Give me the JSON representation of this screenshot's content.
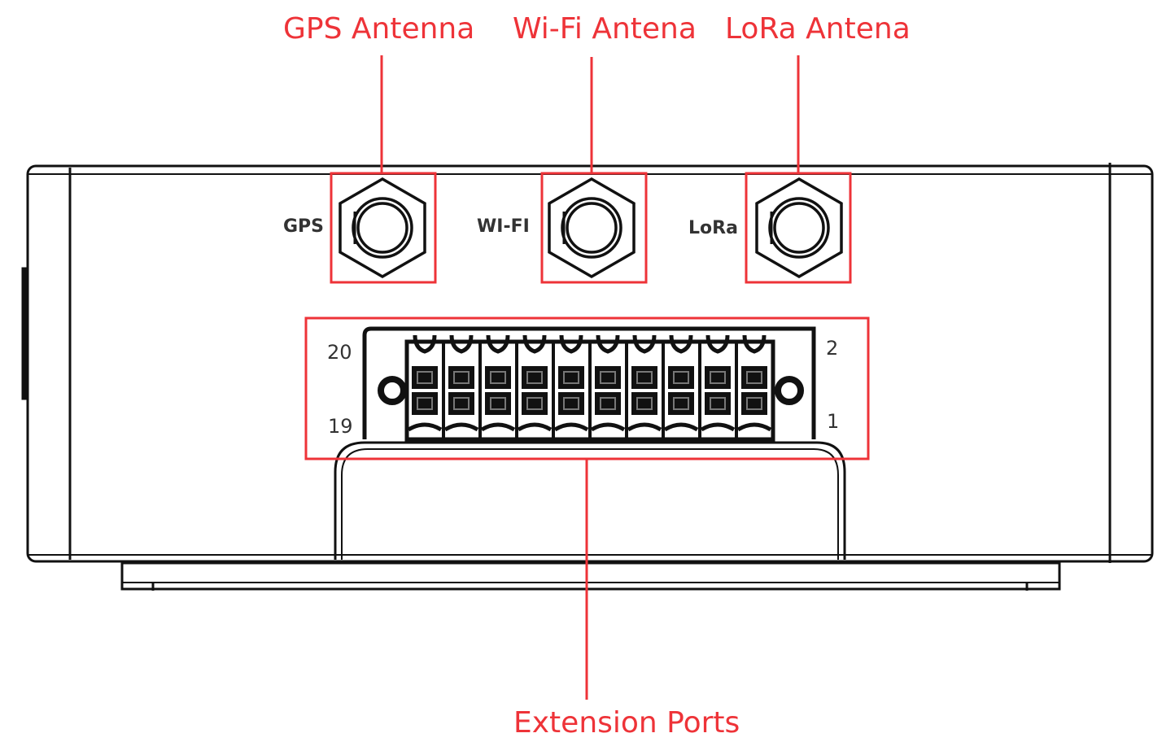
{
  "callouts": {
    "gps": "GPS Antenna",
    "wifi": "Wi-Fi Antena",
    "lora": "LoRa Antena",
    "extension": "Extension Ports"
  },
  "port_labels": {
    "gps": "GPS",
    "wifi": "WI-FI",
    "lora": "LoRa"
  },
  "pin_numbers": {
    "top_left": "20",
    "bottom_left": "19",
    "top_right": "2",
    "bottom_right": "1"
  },
  "colors": {
    "highlight": "#ee3338",
    "outline": "#111111"
  }
}
